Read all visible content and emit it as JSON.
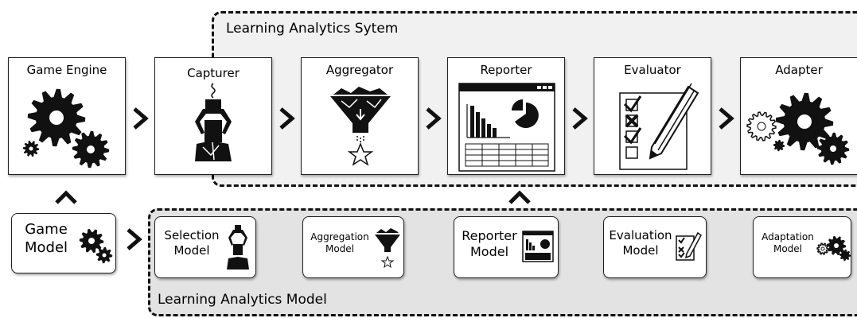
{
  "regions": {
    "system_title": "Learning Analytics Sytem",
    "model_title": "Learning Analytics Model"
  },
  "components": [
    {
      "label": "Game Engine",
      "icon": "gears-icon"
    },
    {
      "label": "Capturer",
      "icon": "claw-icon"
    },
    {
      "label": "Aggregator",
      "icon": "funnel-icon"
    },
    {
      "label": "Reporter",
      "icon": "report-window-icon"
    },
    {
      "label": "Evaluator",
      "icon": "checklist-pencil-icon"
    },
    {
      "label": "Adapter",
      "icon": "gears-icon"
    }
  ],
  "models": [
    {
      "line1": "Game",
      "line2": "Model",
      "icon": "gears-icon"
    },
    {
      "line1": "Selection",
      "line2": "Model",
      "icon": "claw-icon"
    },
    {
      "line1": "Aggregation",
      "line2": "Model",
      "icon": "funnel-icon"
    },
    {
      "line1": "Reporter",
      "line2": "Model",
      "icon": "report-window-icon"
    },
    {
      "line1": "Evaluation",
      "line2": "Model",
      "icon": "checklist-pencil-icon"
    },
    {
      "line1": "Adaptation",
      "line2": "Model",
      "icon": "gears-icon"
    }
  ],
  "colors": {
    "ink": "#111111",
    "system_bg": "#f1f1f1",
    "model_bg": "#e3e3e3"
  }
}
